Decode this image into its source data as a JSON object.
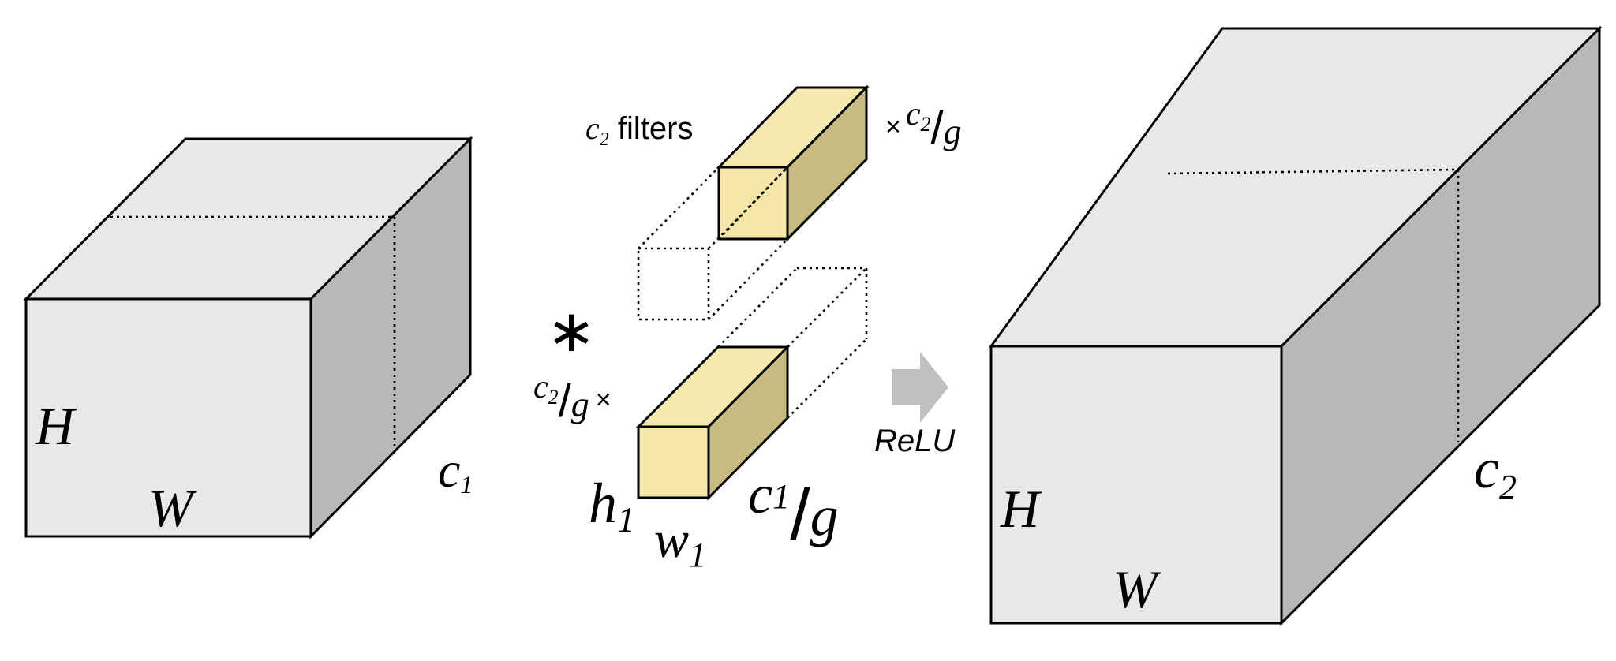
{
  "input_block": {
    "height_label": "H",
    "width_label": "W",
    "depth_label": "c",
    "depth_sub": "1"
  },
  "operator": {
    "symbol": "∗"
  },
  "filters": {
    "top_label_sym": "c",
    "top_label_sub": "2",
    "top_label_text": " filters",
    "top_count_times": "×",
    "top_count_c": "c",
    "top_count_sub": "2",
    "top_count_slash": "/",
    "top_count_g": "g",
    "bottom_count_c": "c",
    "bottom_count_sub": "2",
    "bottom_count_slash": "/",
    "bottom_count_g": "g",
    "bottom_count_times": "×",
    "h_label": "h",
    "h_sub": "1",
    "w_label": "w",
    "w_sub": "1",
    "depth_c": "c",
    "depth_sub": "1",
    "depth_slash": "/",
    "depth_g": "g"
  },
  "activation": {
    "label": "ReLU"
  },
  "output_block": {
    "height_label": "H",
    "width_label": "W",
    "depth_label": "c",
    "depth_sub": "2"
  },
  "colors": {
    "block_front": "#e8e8e8",
    "block_top": "#e8e8e8",
    "block_side": "#b8b8b8",
    "filter_front": "#f6e7a8",
    "filter_top": "#f6e9b0",
    "filter_side": "#c8bb80",
    "arrow": "#c0c0c0"
  }
}
